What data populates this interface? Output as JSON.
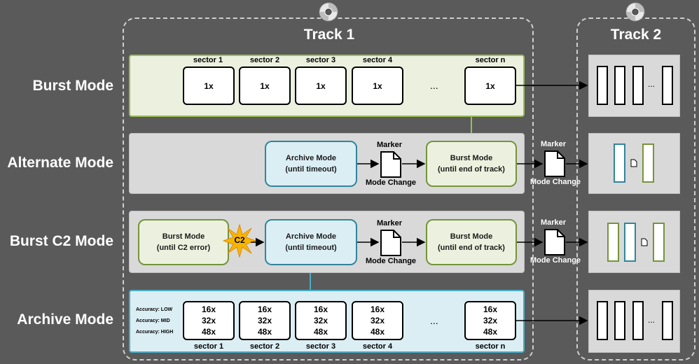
{
  "tracks": [
    {
      "title": "Track 1",
      "icon": "disc-icon"
    },
    {
      "title": "Track 2",
      "icon": "disc-icon"
    }
  ],
  "rows": [
    {
      "label": "Burst Mode"
    },
    {
      "label": "Alternate Mode"
    },
    {
      "label": "Burst C2 Mode"
    },
    {
      "label": "Archive Mode"
    }
  ],
  "burst": {
    "sector_labels": [
      "sector 1",
      "sector 2",
      "sector 3",
      "sector 4",
      "sector n"
    ],
    "multiplier": "1x",
    "ellipsis": "..."
  },
  "alternate": {
    "archive_box": {
      "line1": "Archive Mode",
      "line2": "(until timeout)"
    },
    "burst_box": {
      "line1": "Burst Mode",
      "line2": "(until end of track)"
    },
    "marker": "Marker",
    "mode_change": "Mode Change"
  },
  "burst_c2": {
    "burst_box": {
      "line1": "Burst Mode",
      "line2": "(until C2 error)"
    },
    "c2_badge": "C2",
    "archive_box": {
      "line1": "Archive Mode",
      "line2": "(until timeout)"
    },
    "burst_end_box": {
      "line1": "Burst Mode",
      "line2": "(until end of track)"
    },
    "marker": "Marker",
    "mode_change": "Mode Change"
  },
  "archive": {
    "accuracy_labels": [
      "Accuracy: LOW",
      "Accuracy: MID",
      "Accuracy: HIGH"
    ],
    "multipliers": [
      "16x",
      "32x",
      "48x"
    ],
    "sector_labels": [
      "sector 1",
      "sector 2",
      "sector 3",
      "sector 4",
      "sector n"
    ],
    "ellipsis": "..."
  },
  "track2": {
    "marker": "Marker",
    "mode_change": "Mode Change",
    "ellipsis": "..."
  },
  "colors": {
    "background": "#5a5a5a",
    "burst_green": "#9bbb59",
    "archive_blue": "#4bacc6",
    "c2_star": "#f7b500"
  }
}
